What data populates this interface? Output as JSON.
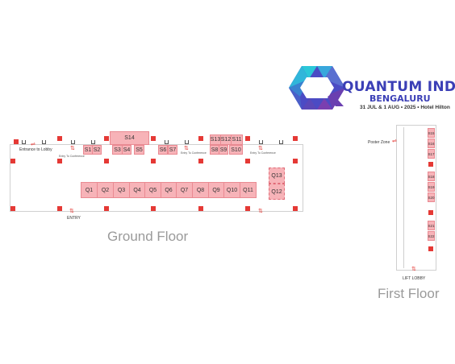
{
  "logo": {
    "title": "QUANTUM INDIA",
    "subtitle": "BENGALURU",
    "dates": "31 JUL & 1 AUG • 2025 • Hotel Hilton",
    "colors": {
      "teal": "#2bc7d8",
      "blue": "#3b3fb6",
      "purple": "#6a3fb0"
    }
  },
  "ground_floor": {
    "title": "Ground Floor",
    "labels": {
      "entrance_lobby": "Entrance to Lobby",
      "entry_conference_1": "Entry To Conference",
      "entry_conference_2": "Entry To Conference",
      "entry_conference_3": "Entry To Conference",
      "entry": "ENTRY"
    },
    "stalls_s": [
      "S1",
      "S2",
      "S3",
      "S4",
      "S5",
      "S6",
      "S7",
      "S8",
      "S9",
      "S10",
      "S11",
      "S12",
      "S13",
      "S14"
    ],
    "stalls_q": [
      "Q1",
      "Q2",
      "Q3",
      "Q4",
      "Q5",
      "Q6",
      "Q7",
      "Q8",
      "Q9",
      "Q10",
      "Q11",
      "Q12",
      "Q13"
    ]
  },
  "first_floor": {
    "title": "First Floor",
    "poster_zone": "Poster Zone",
    "lift_lobby": "LIFT LOBBY",
    "stalls": [
      "S15",
      "S16",
      "S17",
      "S18",
      "S19",
      "S20",
      "S21",
      "S22"
    ]
  },
  "colors": {
    "stall_fill": "#f7b3b8",
    "pillar": "#e53935",
    "title_gray": "#9a9a9a"
  }
}
